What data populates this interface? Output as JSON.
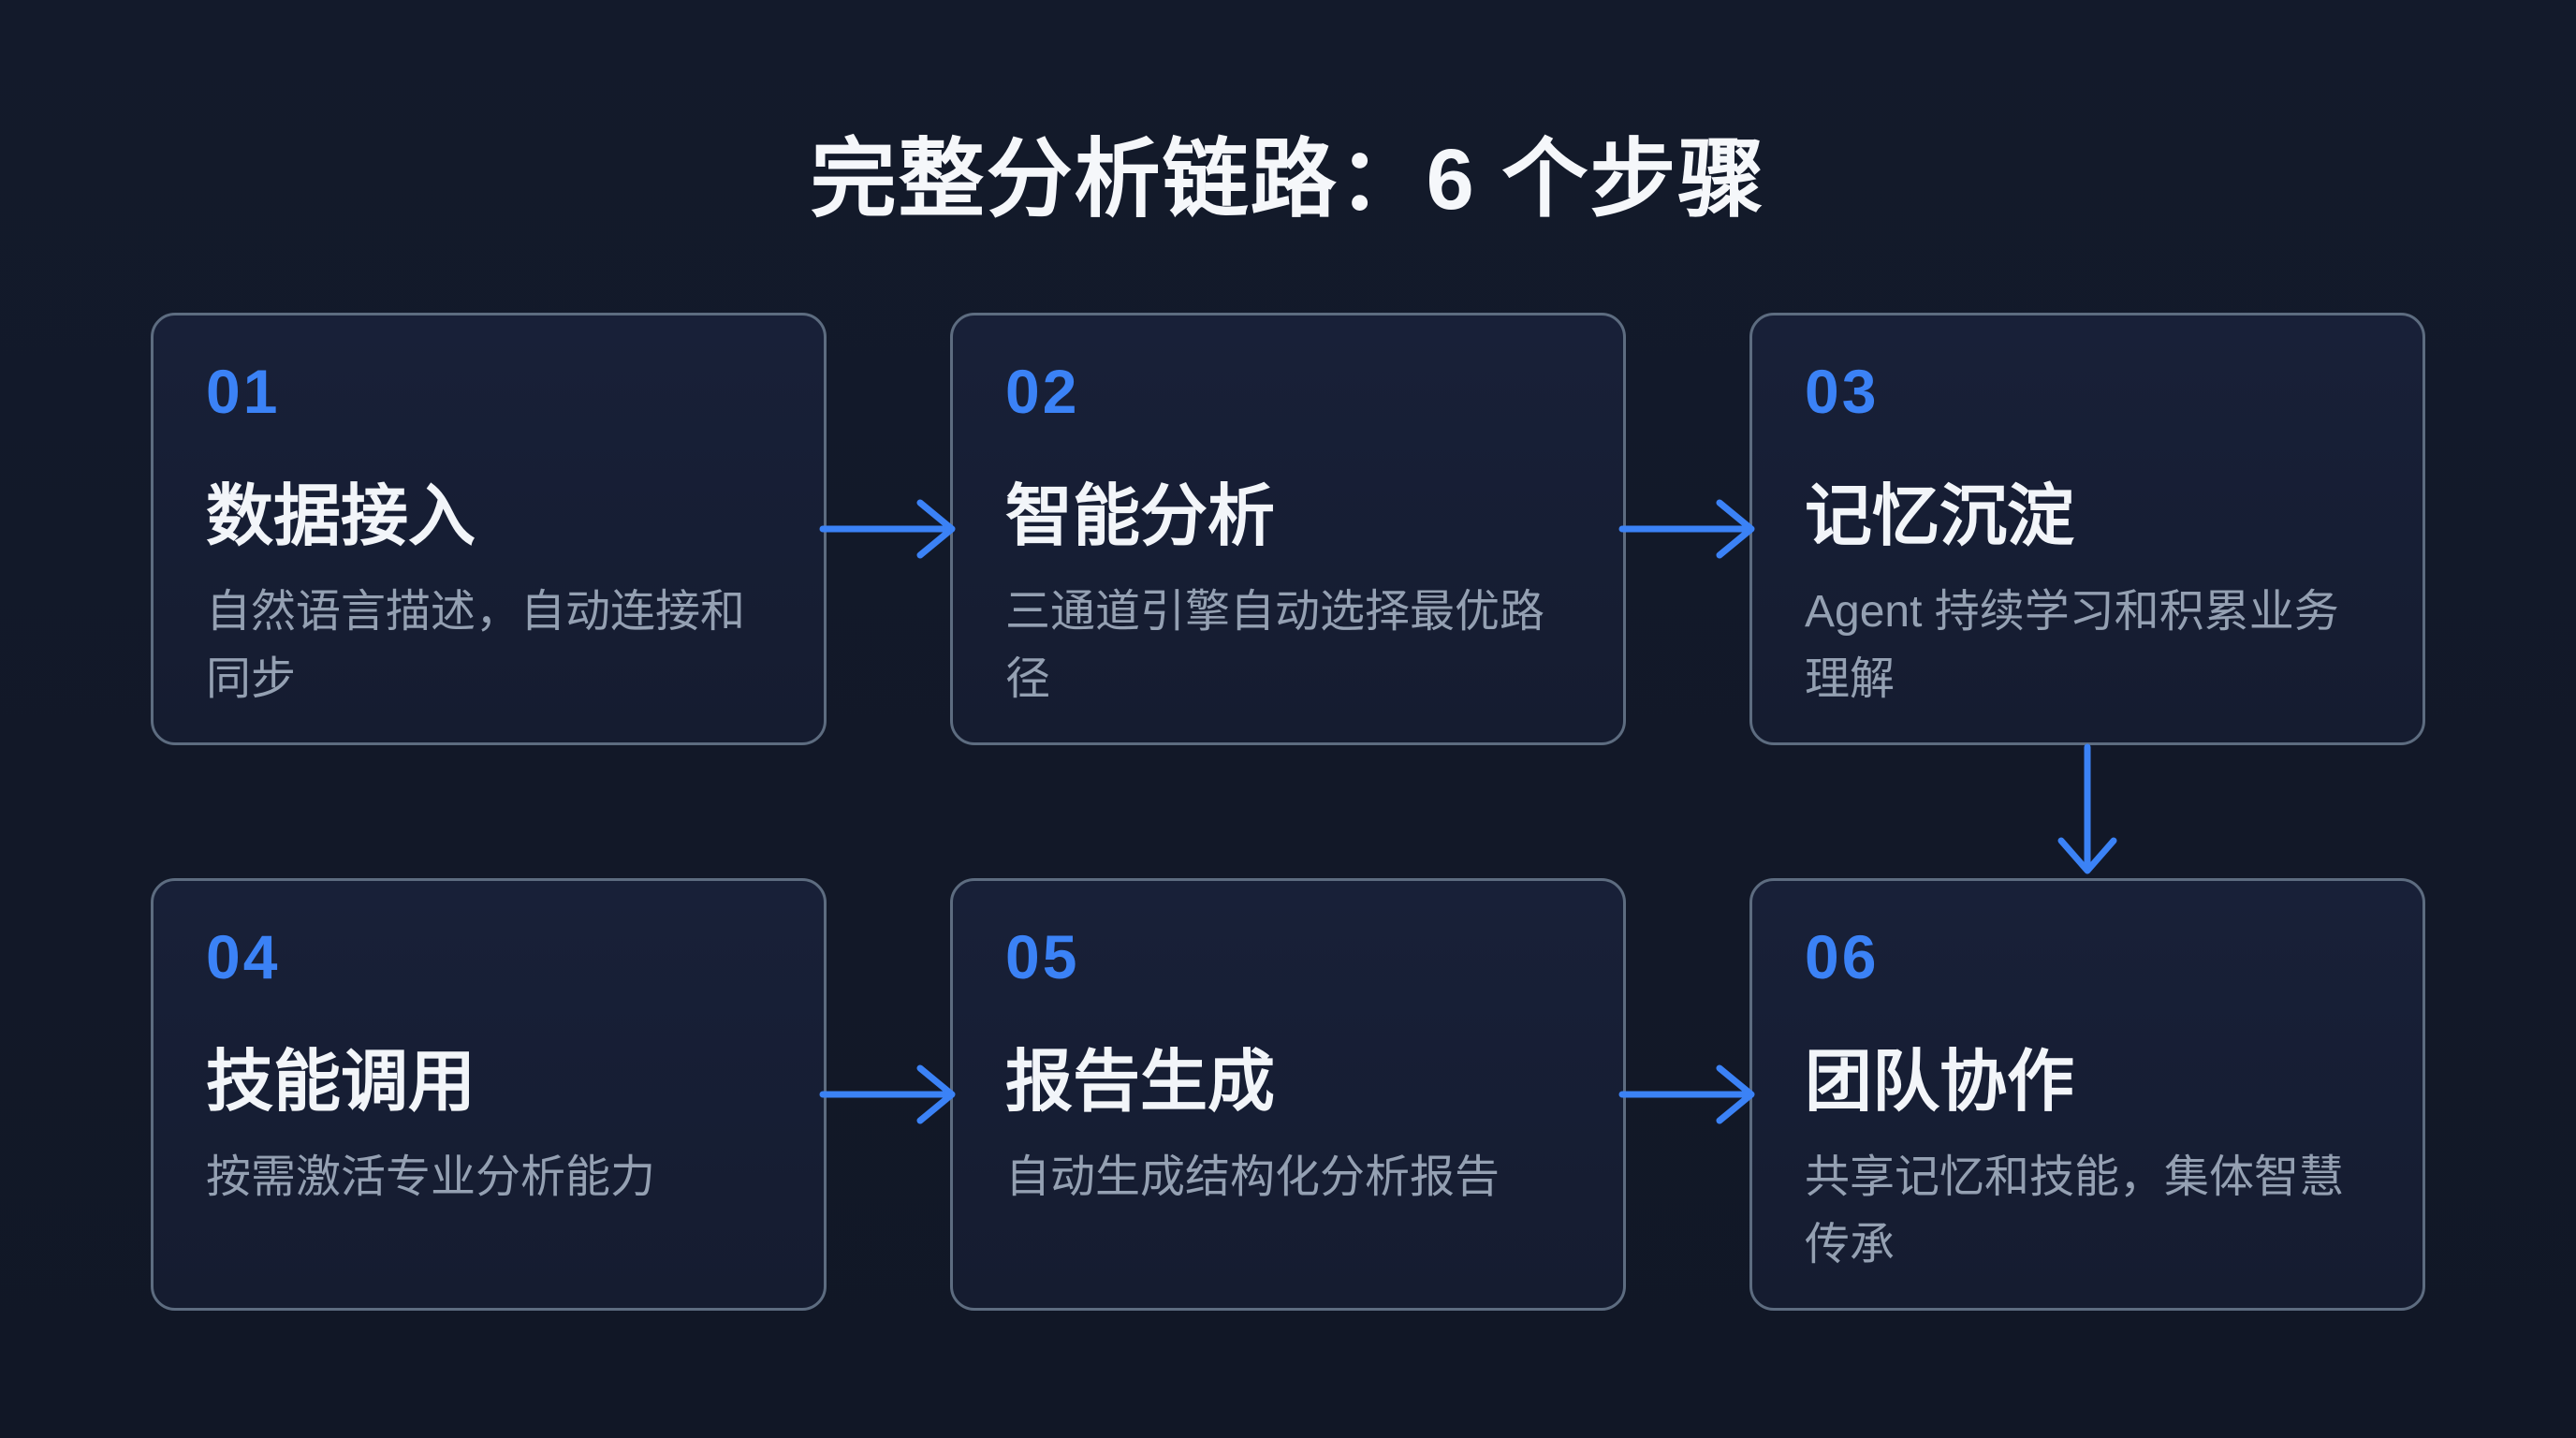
{
  "title": "完整分析链路：6 个步骤",
  "steps": [
    {
      "number": "01",
      "title": "数据接入",
      "description": "自然语言描述，自动连接和同步"
    },
    {
      "number": "02",
      "title": "智能分析",
      "description": "三通道引擎自动选择最优路径"
    },
    {
      "number": "03",
      "title": "记忆沉淀",
      "description": "Agent 持续学习和积累业务理解"
    },
    {
      "number": "04",
      "title": "技能调用",
      "description": "按需激活专业分析能力"
    },
    {
      "number": "05",
      "title": "报告生成",
      "description": "自动生成结构化分析报告"
    },
    {
      "number": "06",
      "title": "团队协作",
      "description": "共享记忆和技能，集体智慧传承"
    }
  ],
  "arrows": [
    {
      "from": "01",
      "to": "02",
      "direction": "right"
    },
    {
      "from": "02",
      "to": "03",
      "direction": "right"
    },
    {
      "from": "03",
      "to": "06",
      "direction": "down"
    },
    {
      "from": "04",
      "to": "05",
      "direction": "right"
    },
    {
      "from": "05",
      "to": "06",
      "direction": "right"
    }
  ],
  "colors": {
    "background": "#121827",
    "card_background": "#161e33",
    "card_border": "#5d6c80",
    "accent_blue": "#3b82f6",
    "title_text": "#f5f7fa",
    "step_title_text": "#f2f5f9",
    "description_text": "#94a0b2"
  }
}
